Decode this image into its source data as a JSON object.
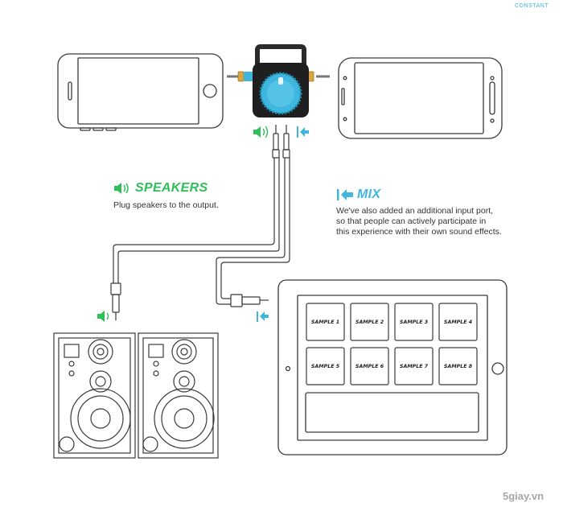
{
  "brand": {
    "logo_text": "CONSTANT"
  },
  "colors": {
    "speaker": "#2fbf5a",
    "mix": "#3fb6dd",
    "outline": "#3a3a3a"
  },
  "icons": {
    "speaker": "speaker-volume-icon",
    "mix": "input-arrow-icon"
  },
  "speakers": {
    "title": "SPEAKERS",
    "description": "Plug speakers to the output."
  },
  "mix": {
    "title": "MIX",
    "lines": [
      "We've also added an additional input port,",
      "so that people can actively participate in",
      "this experience with their own sound effects."
    ]
  },
  "pads": [
    "SAMPLE 1",
    "SAMPLE 2",
    "SAMPLE 3",
    "SAMPLE 4",
    "SAMPLE 5",
    "SAMPLE 6",
    "SAMPLE 7",
    "SAMPLE 8"
  ],
  "watermark": "5giay.vn"
}
